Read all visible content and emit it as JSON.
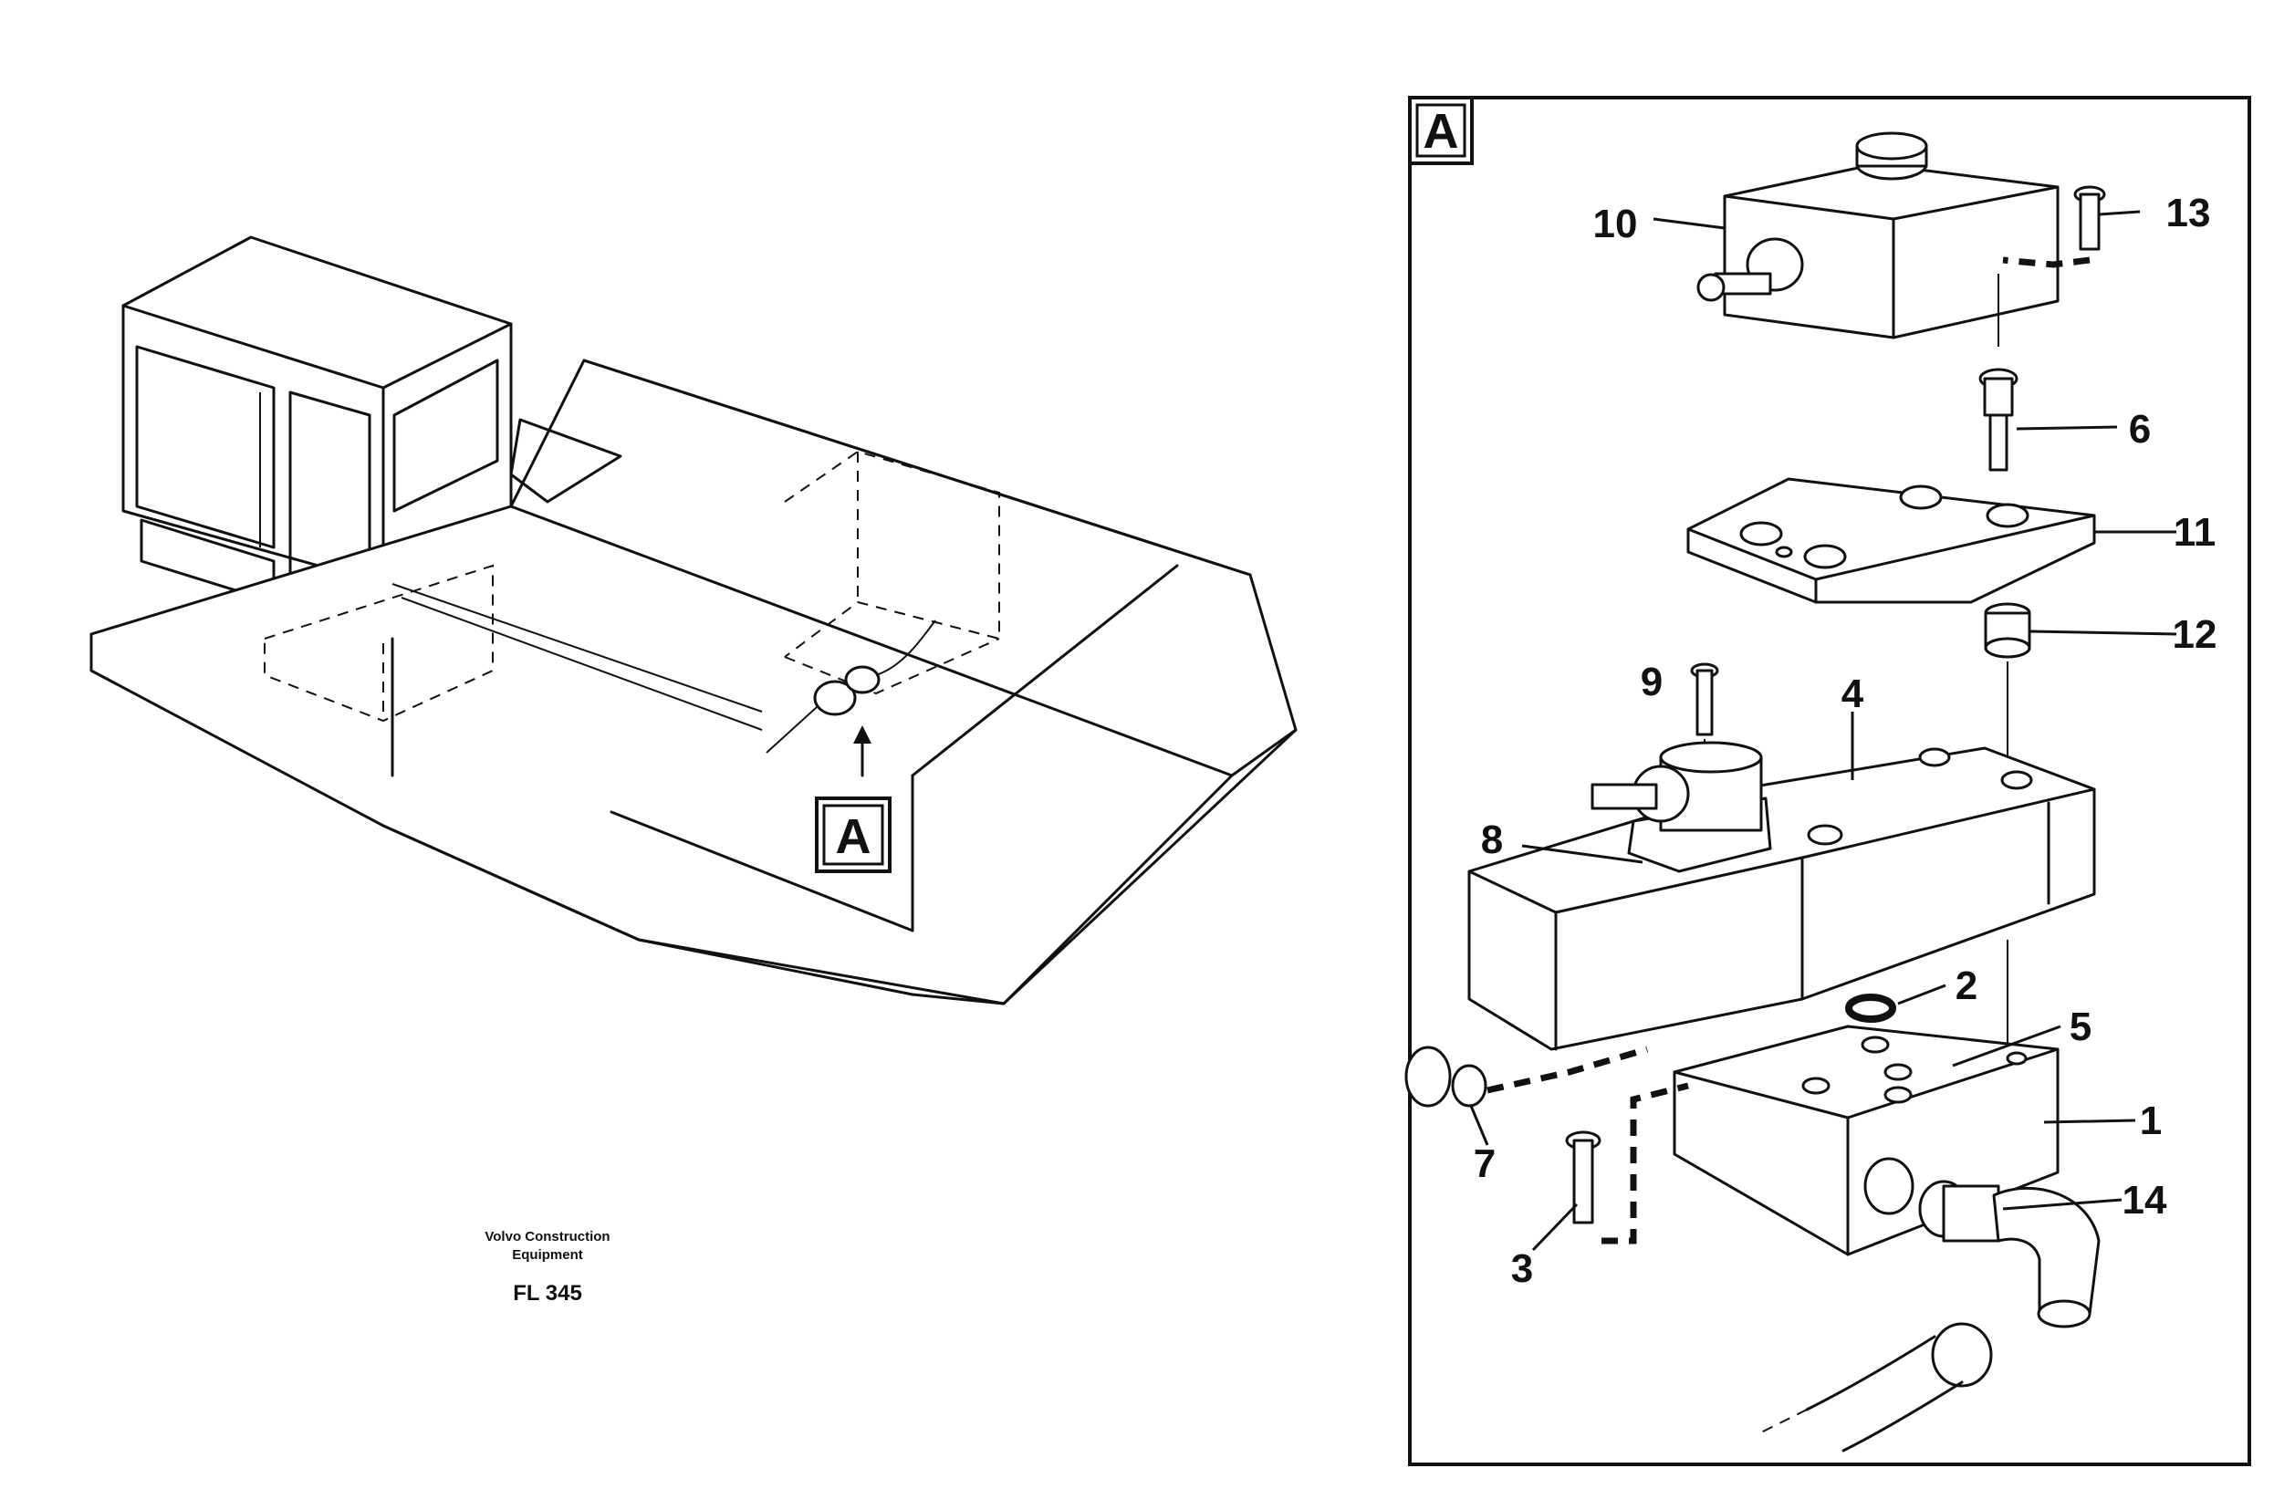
{
  "credit": {
    "line1": "Volvo Construction",
    "line2": "Equipment",
    "figure_code": "FL 345"
  },
  "overview": {
    "detail_marker": "A"
  },
  "detail": {
    "box_label": "A",
    "parts": {
      "p1": "1",
      "p2": "2",
      "p3": "3",
      "p4": "4",
      "p5": "5",
      "p6": "6",
      "p7": "7",
      "p8": "8",
      "p9": "9",
      "p10": "10",
      "p11": "11",
      "p12": "12",
      "p13": "13",
      "p14": "14"
    }
  }
}
